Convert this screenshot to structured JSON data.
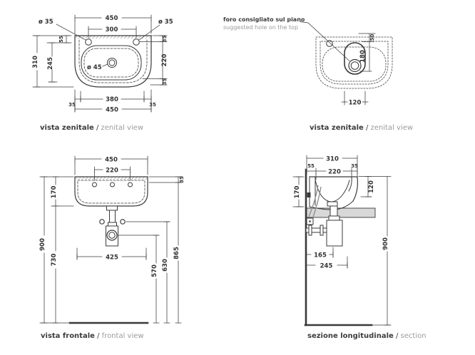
{
  "meta": {
    "bg": "#ffffff",
    "ink": "#3a3a3a",
    "muted": "#9b9b9b",
    "slab_fill": "#d8d8d8"
  },
  "note": {
    "line1": "foro consigliato sul piano",
    "line2": "suggested hole on the top"
  },
  "captions": {
    "zenital_left": {
      "bold": "vista zenitale",
      "sep": " / ",
      "light": "zenital view"
    },
    "zenital_right": {
      "bold": "vista zenitale",
      "sep": " / ",
      "light": "zenital view"
    },
    "frontal": {
      "bold": "vista frontale",
      "sep": " / ",
      "light": "frontal view"
    },
    "section": {
      "bold": "sezione longitudinale",
      "sep": " / ",
      "light": "section"
    }
  },
  "views": {
    "zenital_left": {
      "dims": {
        "top_width": "450",
        "holes_span": "300",
        "hole_left": "ø 35",
        "hole_right": "ø 35",
        "drain": "ø 45",
        "rear_offset": "55",
        "depth_inner": "245",
        "depth_total": "310",
        "right_top": "35",
        "right_mid": "220",
        "right_bottom": "35",
        "bottom_inner": "380",
        "margin_left": "35",
        "margin_right": "35",
        "bottom_width": "450"
      }
    },
    "zenital_right": {
      "dims": {
        "hole_top_offset": "50",
        "hole_depth": "180",
        "hole_width": "120"
      }
    },
    "frontal": {
      "dims": {
        "top_width": "450",
        "holes_span": "220",
        "basin_height": "170",
        "total_height": "900",
        "clearance": "730",
        "trap_span": "425",
        "rim": "35",
        "h865": "865",
        "h630": "630",
        "h570": "570"
      }
    },
    "section": {
      "dims": {
        "depth": "310",
        "rear_gap": "55",
        "bowl_depth": "220",
        "front_rim": "35",
        "basin_height": "170",
        "inner_height": "120",
        "total_height": "900",
        "outlet_depth": "165",
        "trap_depth": "245"
      }
    }
  }
}
